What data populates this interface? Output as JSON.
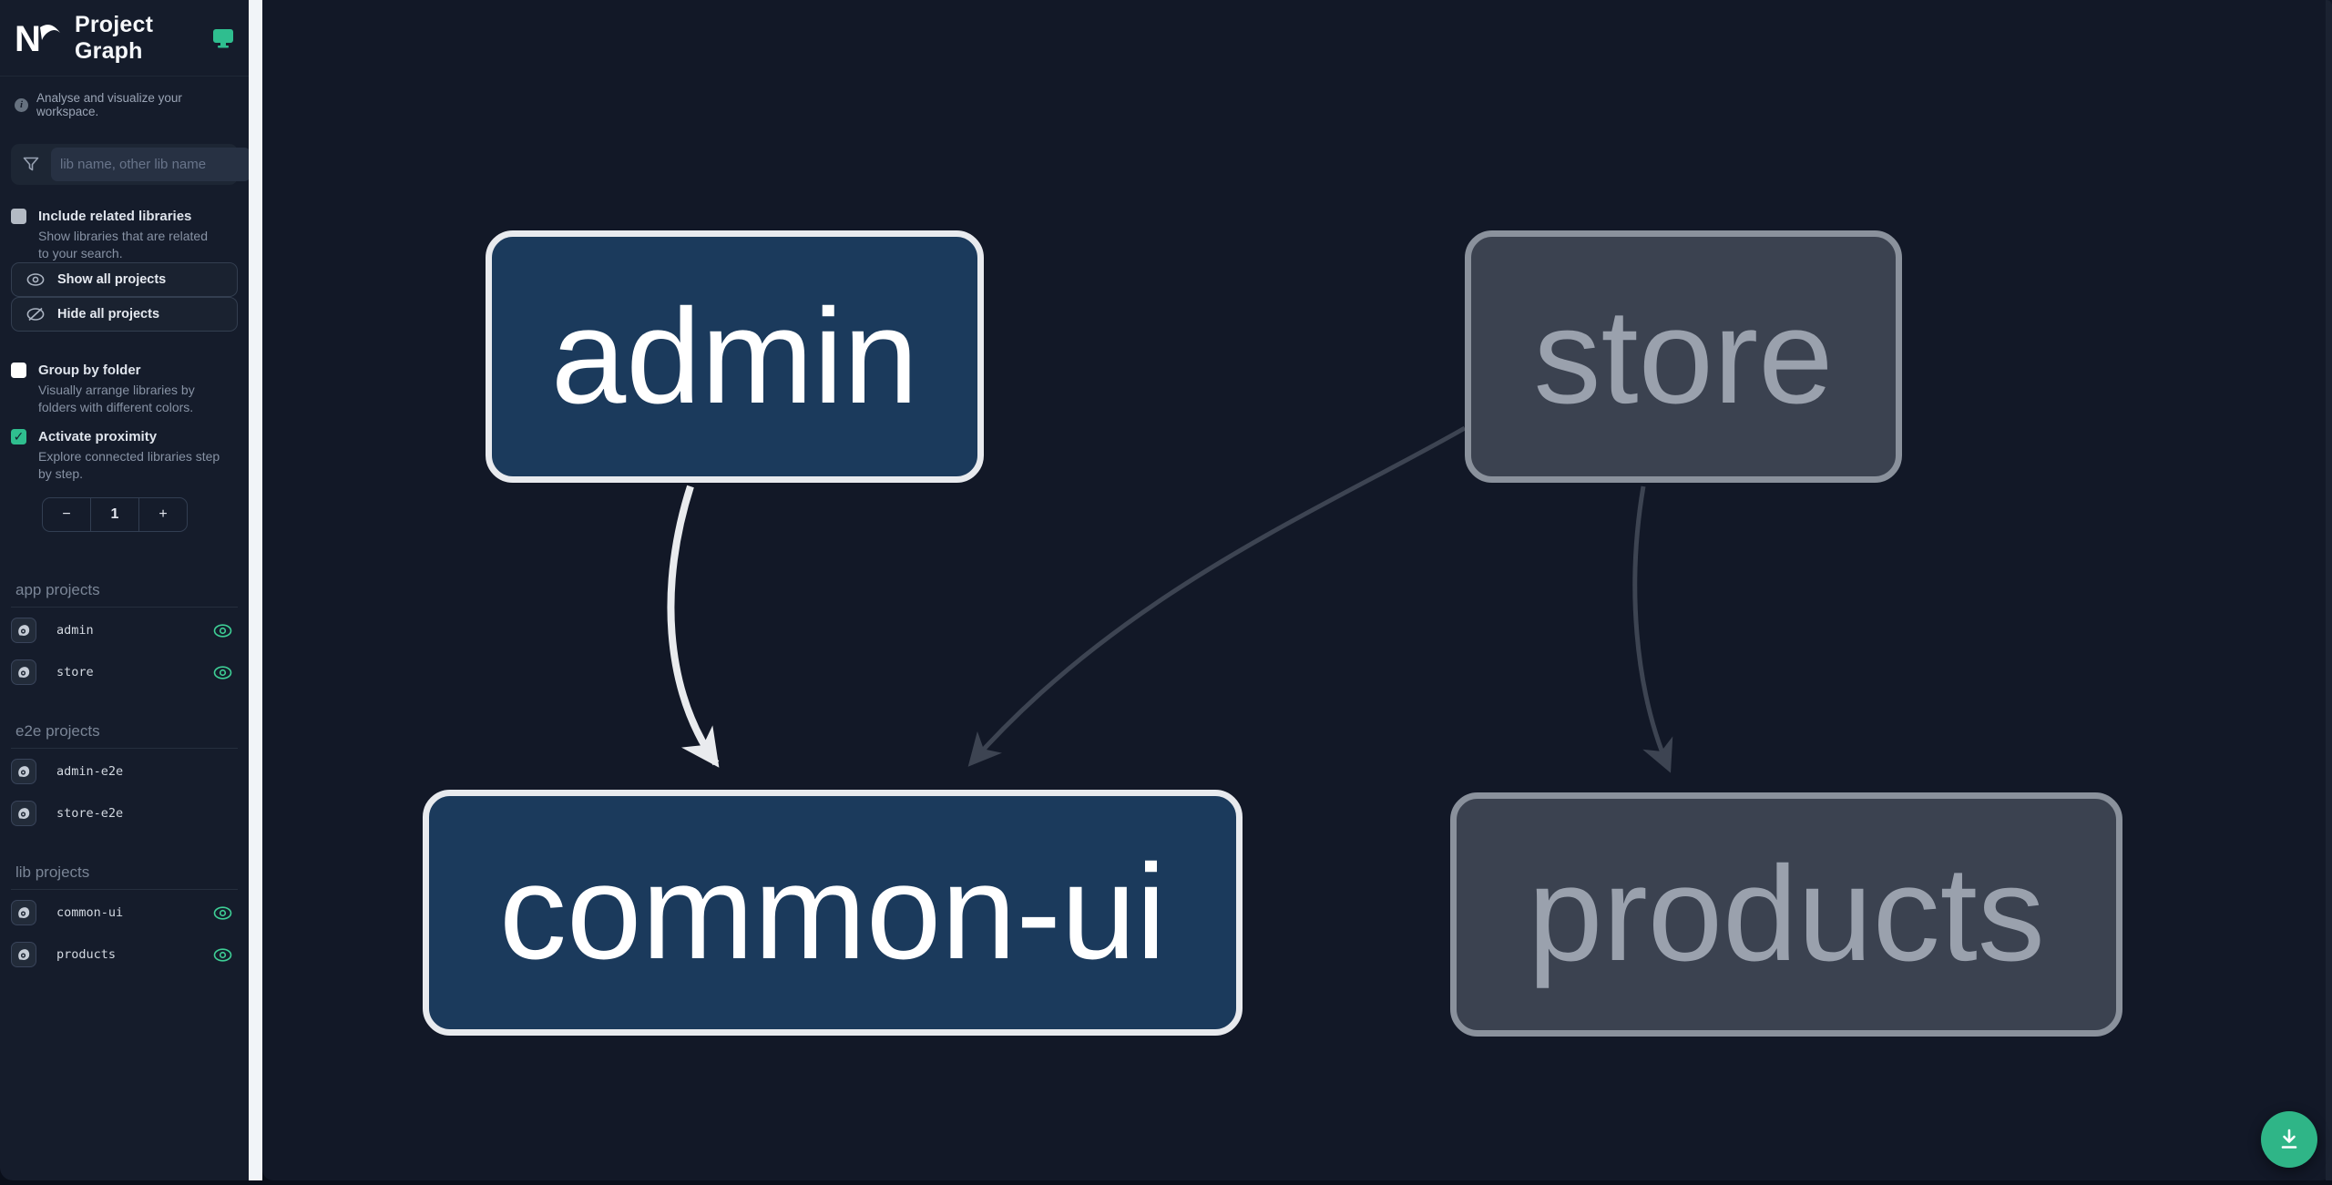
{
  "app": {
    "title": "Project Graph"
  },
  "sidebar": {
    "tagline": "Analyse and visualize your workspace.",
    "info_glyph": "i",
    "filter_placeholder": "lib name, other lib name",
    "include_related": {
      "label": "Include related libraries",
      "description": "Show libraries that are related to your search.",
      "checked": false
    },
    "show_all_label": "Show all projects",
    "hide_all_label": "Hide all projects",
    "group_by_folder": {
      "label": "Group by folder",
      "description": "Visually arrange libraries by folders with different colors.",
      "checked": false
    },
    "activate_proximity": {
      "label": "Activate proximity",
      "description": "Explore connected libraries step by step.",
      "checked": true,
      "check_glyph": "✓"
    },
    "proximity_stepper": {
      "decrement_label": "−",
      "value": "1",
      "increment_label": "+"
    },
    "sections": [
      {
        "title": "app projects",
        "items": [
          {
            "name": "admin",
            "visible": true
          },
          {
            "name": "store",
            "visible": true
          }
        ]
      },
      {
        "title": "e2e projects",
        "items": [
          {
            "name": "admin-e2e",
            "visible": false
          },
          {
            "name": "store-e2e",
            "visible": false
          }
        ]
      },
      {
        "title": "lib projects",
        "items": [
          {
            "name": "common-ui",
            "visible": true
          },
          {
            "name": "products",
            "visible": true
          }
        ]
      }
    ]
  },
  "graph": {
    "nodes": [
      {
        "label": "admin",
        "state": "focused"
      },
      {
        "label": "store",
        "state": "unfocused"
      },
      {
        "label": "common-ui",
        "state": "focused"
      },
      {
        "label": "products",
        "state": "unfocused"
      }
    ],
    "edges": [
      {
        "from": "admin",
        "to": "common-ui",
        "state": "focused"
      },
      {
        "from": "store",
        "to": "common-ui",
        "state": "unfocused"
      },
      {
        "from": "store",
        "to": "products",
        "state": "unfocused"
      }
    ]
  },
  "fab": {
    "icon": "download"
  },
  "colors": {
    "accent_teal": "#2fbe8f",
    "eye_green": "#3ecf96",
    "focused_node_fill": "#1b3a5c",
    "focused_node_border": "#e8eaee",
    "unfocused_node_fill": "#3b4250",
    "unfocused_node_border": "#8a919c",
    "edge_focused": "#e9ebee",
    "edge_unfocused": "#3d4452",
    "sidebar_bg": "#151c2b",
    "canvas_bg": "#121827"
  }
}
